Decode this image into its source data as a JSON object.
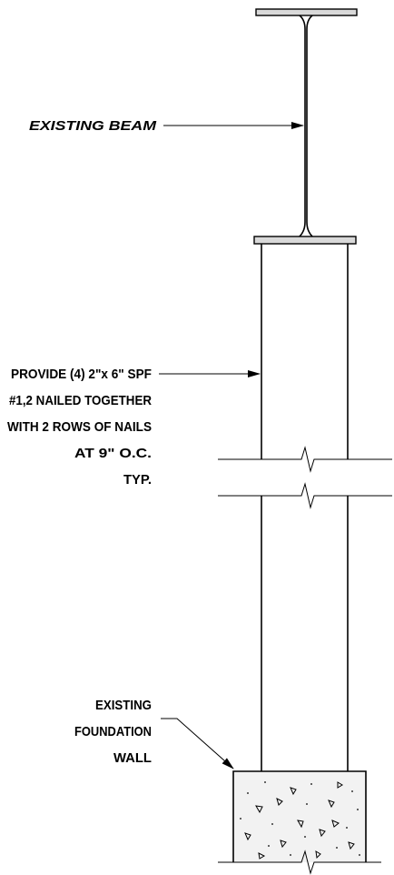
{
  "labels": {
    "beam": [
      "EXISTING BEAM"
    ],
    "column": [
      "PROVIDE (4) 2\"x 6\" SPF",
      "#1,2 NAILED TOGETHER",
      "WITH 2 ROWS OF NAILS",
      "AT 9\" O.C.",
      "TYP."
    ],
    "foundation": [
      "EXISTING",
      "FOUNDATION",
      "WALL"
    ]
  },
  "colors": {
    "line": "#000000",
    "flange_fill": "#d9d9d9",
    "concrete_fill": "#f2f2f2",
    "background": "#ffffff"
  }
}
